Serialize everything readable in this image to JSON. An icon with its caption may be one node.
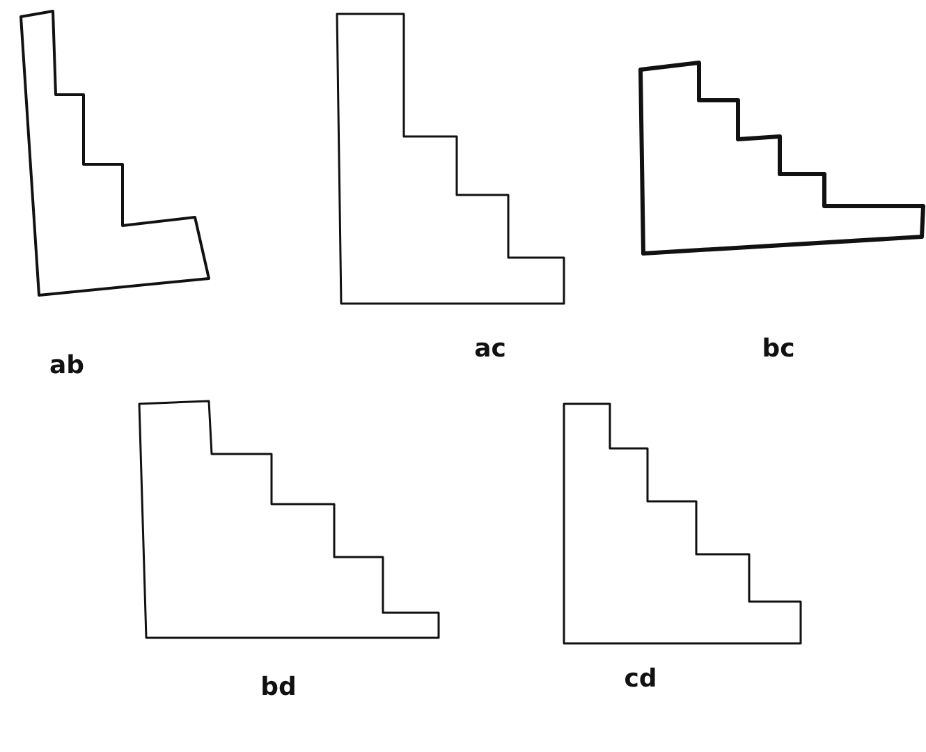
{
  "diagram": {
    "labels": [
      "ab",
      "ac",
      "bc",
      "bd",
      "cd"
    ]
  }
}
